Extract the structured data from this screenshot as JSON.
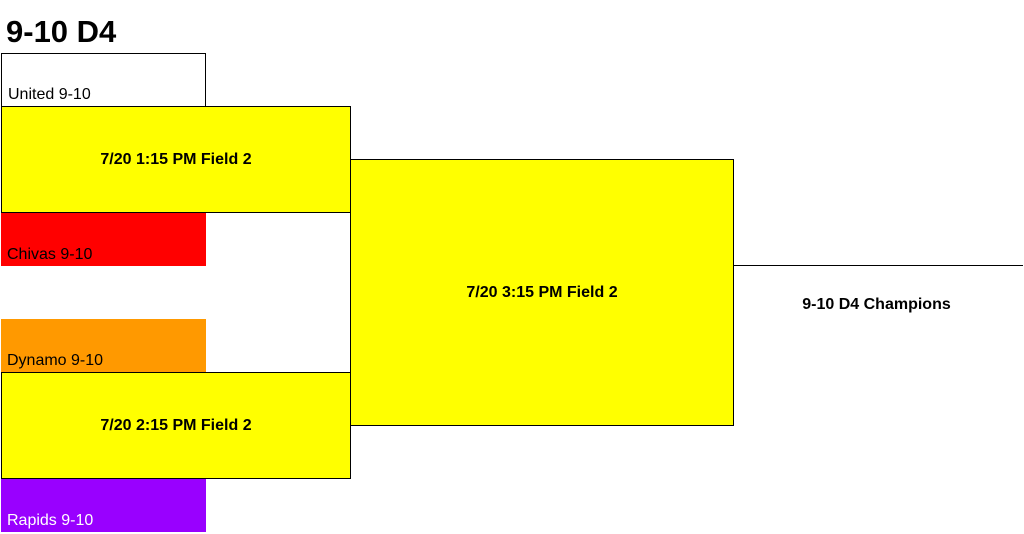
{
  "title": "9-10 D4",
  "teams": [
    {
      "name": "United 9-10",
      "bg": "#ffffff",
      "fg": "#000000"
    },
    {
      "name": "Chivas 9-10",
      "bg": "#ff0000",
      "fg": "#000000"
    },
    {
      "name": "Dynamo 9-10",
      "bg": "#ff9900",
      "fg": "#000000"
    },
    {
      "name": "Rapids 9-10",
      "bg": "#9900ff",
      "fg": "#ffffff"
    }
  ],
  "games": {
    "semi_1": "7/20 1:15 PM Field 2",
    "semi_2": "7/20 2:15 PM Field 2",
    "final": "7/20 3:15 PM Field 2"
  },
  "game_color": "#ffff00",
  "champion_label": "9-10 D4 Champions"
}
